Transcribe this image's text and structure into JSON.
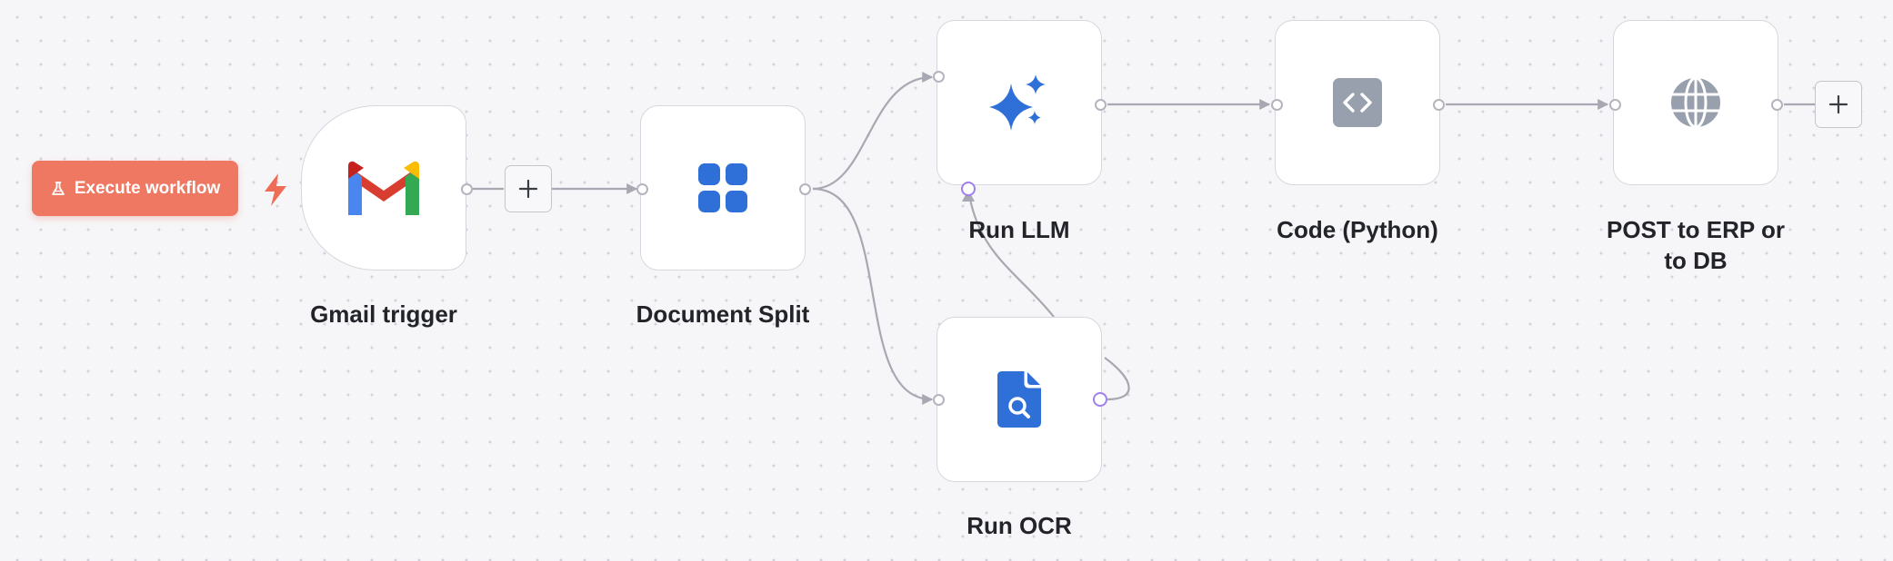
{
  "toolbar": {
    "execute_label": "Execute workflow",
    "execute_color": "#ef7863",
    "flask_icon": "flask-icon",
    "trigger_icon": "lightning-bolt-icon"
  },
  "nodes": {
    "gmail": {
      "label": "Gmail trigger",
      "icon": "gmail-icon"
    },
    "split": {
      "label": "Document Split",
      "icon": "grid-four-squares-icon"
    },
    "llm": {
      "label": "Run LLM",
      "icon": "sparkles-icon"
    },
    "ocr": {
      "label": "Run OCR",
      "icon": "document-search-icon"
    },
    "code": {
      "label": "Code (Python)",
      "icon": "code-brackets-icon"
    },
    "post": {
      "label_line1": "POST to ERP or",
      "label_line2": "to DB",
      "icon": "globe-icon"
    }
  },
  "colors": {
    "canvas_bg": "#f6f6f8",
    "node_border": "#d6d6de",
    "edge": "#a8a8b2",
    "ai_port": "#a07fee",
    "brand_blue": "#2f6fd8",
    "code_icon_bg": "#98a0ad"
  }
}
